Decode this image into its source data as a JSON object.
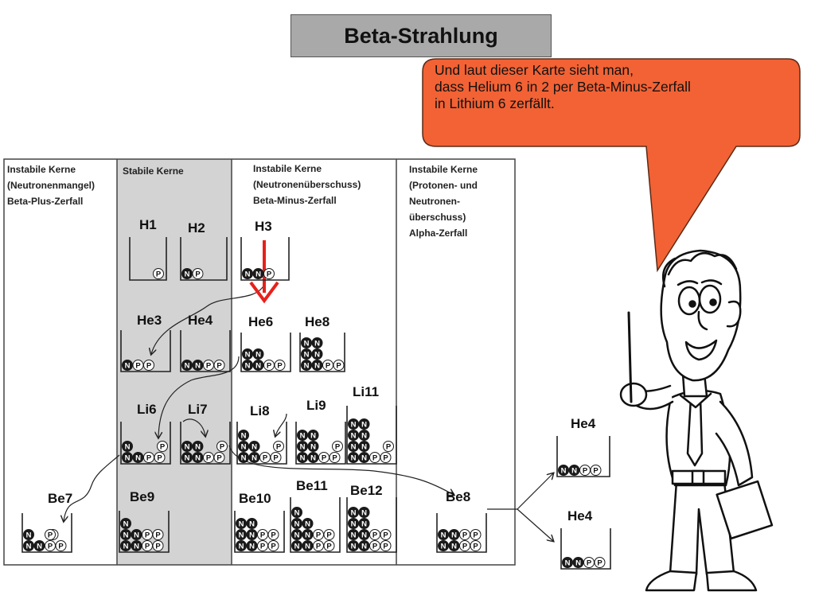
{
  "title": "Beta-Strahlung",
  "speech_bubble": {
    "lines": [
      "Und laut dieser Karte sieht man,",
      "dass Helium 6 in 2 per Beta-Minus-Zerfall",
      "in Lithium 6 zerfällt."
    ]
  },
  "columns": [
    {
      "lines": [
        "Instabile Kerne",
        "(Neutronenmangel)",
        "Beta-Plus-Zerfall"
      ]
    },
    {
      "lines": [
        "Stabile Kerne"
      ]
    },
    {
      "lines": [
        "Instabile Kerne",
        "(Neutronenüberschuss)",
        "Beta-Minus-Zerfall"
      ]
    },
    {
      "lines": [
        "Instabile Kerne",
        "(Protonen- und",
        "Neutronen-",
        "überschuss)",
        "Alpha-Zerfall"
      ]
    }
  ],
  "nuclei": [
    {
      "label": "H1",
      "rows": [
        "P"
      ]
    },
    {
      "label": "H2",
      "rows": [
        "NP"
      ]
    },
    {
      "label": "H3",
      "rows": [
        "NNP"
      ]
    },
    {
      "label": "He3",
      "rows": [
        "NPP"
      ]
    },
    {
      "label": "He4",
      "rows": [
        "NNPP"
      ]
    },
    {
      "label": "He6",
      "rows": [
        "NN",
        "NNPP"
      ]
    },
    {
      "label": "He8",
      "rows": [
        "NN",
        "NN",
        "NNPP"
      ]
    },
    {
      "label": "Li6",
      "rows": [
        "NP",
        "NNPP"
      ]
    },
    {
      "label": "Li7",
      "rows": [
        "NNP",
        "NNPP"
      ]
    },
    {
      "label": "Li8",
      "rows": [
        "N",
        "NNP",
        "NNPP"
      ]
    },
    {
      "label": "Li9",
      "rows": [
        "NN",
        "NNP",
        "NNPP"
      ]
    },
    {
      "label": "Li11",
      "rows": [
        "NN",
        "NN",
        "NNP",
        "NNPP"
      ]
    },
    {
      "label": "Be7",
      "rows": [
        "NPP",
        "NNPP"
      ]
    },
    {
      "label": "Be9",
      "rows": [
        "N",
        "NNPP",
        "NNPP"
      ]
    },
    {
      "label": "Be10",
      "rows": [
        "NN",
        "NNPP",
        "NNPP"
      ]
    },
    {
      "label": "Be11",
      "rows": [
        "N",
        "NN",
        "NNPP",
        "NNPP"
      ]
    },
    {
      "label": "Be12",
      "rows": [
        "NN",
        "NN",
        "NNPP",
        "NNPP"
      ]
    },
    {
      "label": "Be8",
      "rows": [
        "NNPP",
        "NNPP"
      ]
    },
    {
      "label": "He4",
      "rows": [
        "NNPP"
      ]
    },
    {
      "label": "He4",
      "rows": [
        "NNPP"
      ]
    }
  ]
}
